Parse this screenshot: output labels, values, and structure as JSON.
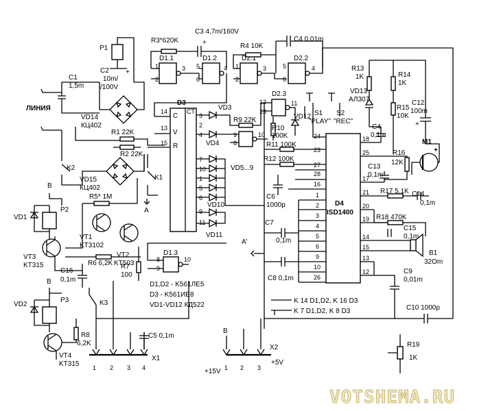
{
  "labels": {
    "line": "ЛИНИЯ",
    "c1": "C1",
    "c1v": "1,5m",
    "c2": "C2",
    "c2v": "10m/",
    "c2v2": "/100V",
    "p1": "P1",
    "vd14": "VD14",
    "vd14t": "КЦ402",
    "vd15": "VD15",
    "vd15t": "КЦ402",
    "r1": "R1 22K",
    "r2": "R2 22K",
    "k2": "K2",
    "k1": "K1",
    "k3": "K3",
    "r3": "R3*620K",
    "c3": "C3 4,7m/160V",
    "r4": "R4 10K",
    "c4top": "C4 0,01m",
    "d11": "D1.1",
    "d12": "D1.2",
    "d13": "D1.3",
    "d21": "D2.1",
    "d22": "D2.2",
    "d23": "D2.3",
    "d3": "D3",
    "d3c": "C",
    "d3v": "V",
    "d3r": "R",
    "d3ct": "CT",
    "vd3": "VD3",
    "vd4": "VD4",
    "vd59": "VD5...9",
    "vd10": "VD10",
    "vd11": "VD11",
    "r9": "R9 22K",
    "r10": "R10",
    "r10v": "100K",
    "r11": "R11 100K",
    "r12": "R12 100K",
    "vd12": "VD12",
    "s1": "S1",
    "s1t": "\"PLAY\"",
    "s2": "S2",
    "s2t": "\"REC\"",
    "c6": "C6",
    "c6v": "1000p",
    "d4": "D4",
    "d4t": "ISD1400",
    "c7": "C7",
    "c7v": "0,1m",
    "c8": "C8 0,1m",
    "r13": "R13",
    "r13v": "1K",
    "r14": "R14",
    "r14v": "1K",
    "vd13": "VD13",
    "vd13t": "АЛ307",
    "r15": "R15",
    "r15v": "10K",
    "c12": "C12",
    "c12v": "100m",
    "c4b": "C4",
    "c4bv": "0,1m",
    "r16": "R16",
    "r16v": "12K",
    "m1": "M1",
    "c13": "C13",
    "c13v": "0,1m",
    "r17": "R17 5,1K",
    "c14": "C14",
    "c14v": "0,1m",
    "r18": "R18 470K",
    "c15": "C15",
    "c15v": "0,1m",
    "b1": "B1",
    "b1v": "32Om",
    "c9": "C9",
    "c9v": "0,01m",
    "c10": "C10 1000p",
    "r19": "R19",
    "r19v": "1K",
    "p2": "P2",
    "p3": "P3",
    "vd1": "VD1",
    "vd2": "VD2",
    "vt1": "VT1",
    "vt1t": "KT3102",
    "vt2": "VT2",
    "vt2t": "KT503",
    "vt3": "VT3",
    "vt3t": "KT315",
    "vt4": "VT4",
    "vt4t": "KT315",
    "r5": "R5* 1M",
    "r6": "R6 6,2K",
    "r7": "R7",
    "r7v": "100",
    "r8": "R8",
    "r8v": "6,2K",
    "c16": "C16",
    "c16v": "0,1m",
    "c5": "C5 0,1m",
    "x1": "X1",
    "x2": "X2",
    "vplus": "+15V",
    "v5": "+5V",
    "B": "B",
    "A": "A",
    "Aprime": "A'",
    "legend1": "D1,D2 - K561ЛЕ5",
    "legend2": "D3 - K561ИЕ8",
    "legend3": "VD1-VD12 КД522",
    "k14": "K 14 D1,D2, K 16 D3",
    "k7": "K 7 D1,D2, K 8 D3",
    "watermark": "VOTSHEMA.RU"
  },
  "pins": {
    "x1": [
      "1",
      "2",
      "3",
      "4"
    ],
    "x2": [
      "1",
      "2",
      "3"
    ],
    "d3_left": [
      "14",
      "13",
      "15"
    ],
    "d3_right": [
      "3",
      "2",
      "4",
      "7",
      "10",
      "1",
      "5",
      "6",
      "9",
      "11"
    ],
    "d4_left": [
      "24",
      "23",
      "27",
      "28",
      "16",
      "1",
      "2",
      "3",
      "4",
      "5",
      "6",
      "9",
      "10",
      "26"
    ],
    "d4_right": [
      "18",
      "25",
      "17",
      "21",
      "20",
      "19",
      "14",
      "15",
      "13",
      "12"
    ],
    "d11": [
      "1",
      "2",
      "3"
    ],
    "d12": [
      "5",
      "6",
      "4"
    ],
    "d13": [
      "8",
      "9",
      "10"
    ],
    "d21": [
      "1",
      "2",
      "3"
    ],
    "d22": [
      "5",
      "6",
      "4"
    ],
    "d23": [
      "12",
      "13",
      "11"
    ],
    "nand_extra": [
      "9",
      "8",
      "10"
    ]
  }
}
